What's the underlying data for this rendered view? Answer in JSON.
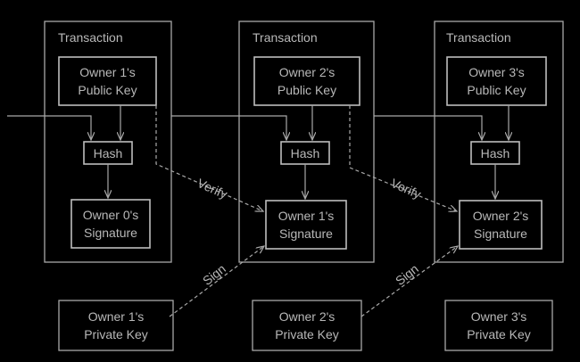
{
  "transactions": [
    {
      "title": "Transaction",
      "public_key": [
        "Owner 1's",
        "Public Key"
      ],
      "hash": "Hash",
      "signature": [
        "Owner 0's",
        "Signature"
      ]
    },
    {
      "title": "Transaction",
      "public_key": [
        "Owner 2's",
        "Public Key"
      ],
      "hash": "Hash",
      "signature": [
        "Owner 1's",
        "Signature"
      ]
    },
    {
      "title": "Transaction",
      "public_key": [
        "Owner 3's",
        "Public Key"
      ],
      "hash": "Hash",
      "signature": [
        "Owner 2's",
        "Signature"
      ]
    }
  ],
  "private_keys": [
    [
      "Owner 1's",
      "Private Key"
    ],
    [
      "Owner 2's",
      "Private Key"
    ],
    [
      "Owner 3's",
      "Private Key"
    ]
  ],
  "edge_labels": {
    "verify": "Verify",
    "sign": "Sign"
  },
  "colors": {
    "background": "#000000",
    "line": "#a8a8a8",
    "text": "#b8b8b8"
  }
}
